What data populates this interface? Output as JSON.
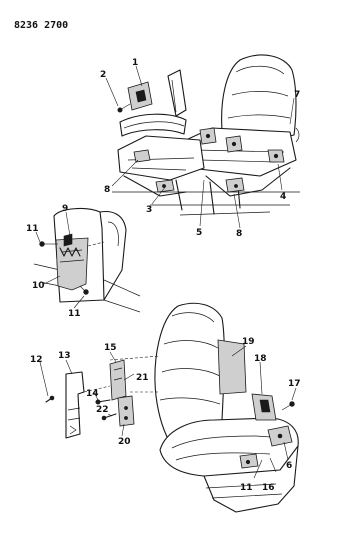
{
  "document_number": "8236 2700",
  "callouts": {
    "c1": "1",
    "c2": "2",
    "c3": "3",
    "c4": "4",
    "c5": "5",
    "c6": "6",
    "c7": "7",
    "c8a": "8",
    "c8b": "8",
    "c9": "9",
    "c10": "10",
    "c11a": "11",
    "c11b": "11",
    "c11c": "11",
    "c12": "12",
    "c13": "13",
    "c14": "14",
    "c15": "15",
    "c16": "16",
    "c17": "17",
    "c18": "18",
    "c19": "19",
    "c20": "20",
    "c21": "21",
    "c22": "22"
  }
}
